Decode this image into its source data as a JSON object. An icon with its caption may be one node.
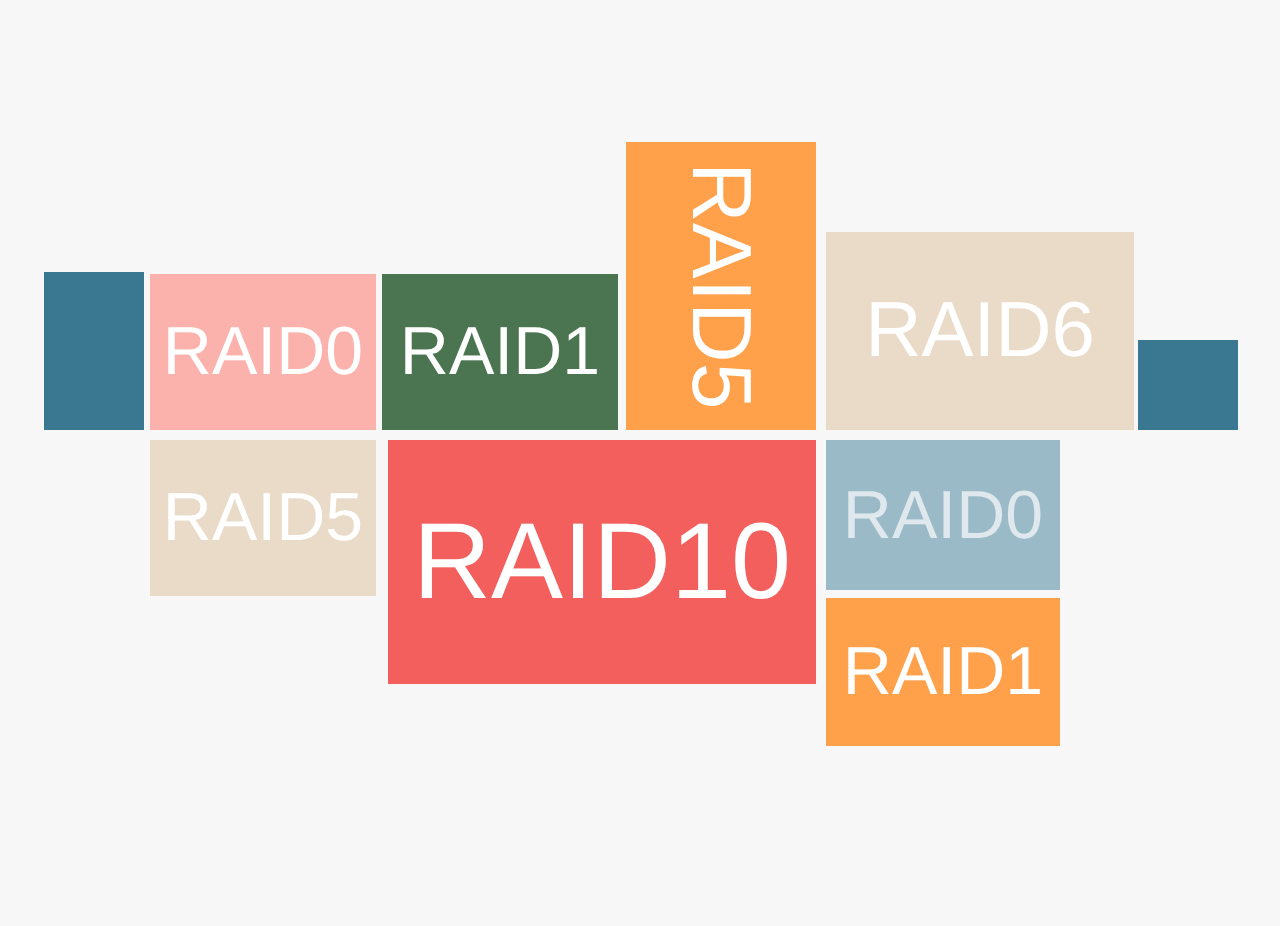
{
  "diagram": {
    "nodes": [
      {
        "text": [],
        "shape": "box"
      },
      {
        "text": [
          "RAID0"
        ]
      },
      {
        "text": [
          "RAID1"
        ]
      },
      {
        "text": [
          "RAID5"
        ]
      },
      {
        "text": [
          "RAID6"
        ]
      },
      {
        "text": [],
        "shape": "box"
      },
      {
        "text": [
          "RAID5"
        ]
      },
      {
        "text": [
          "RAID10"
        ]
      },
      {
        "text": [
          "RAID0"
        ]
      },
      {
        "text": [
          "RAID1"
        ]
      }
    ]
  }
}
